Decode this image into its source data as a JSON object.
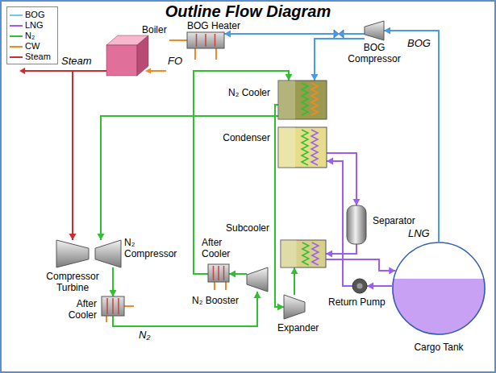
{
  "diagram": {
    "title": "Outline Flow Diagram",
    "nodes": [
      {
        "text": [
          "BOG Heater"
        ]
      },
      {
        "text": [
          "BOG Compressor"
        ]
      },
      {
        "text": [
          "Boiler"
        ]
      },
      {
        "text": [
          "N₂ Cooler"
        ]
      },
      {
        "text": [
          "Condenser"
        ]
      },
      {
        "text": [
          "Separator"
        ]
      },
      {
        "text": [
          "Subcooler"
        ]
      },
      {
        "text": [
          "Compressor Turbine"
        ]
      },
      {
        "text": [
          "N₂ Compressor"
        ]
      },
      {
        "text": [
          "After Cooler"
        ]
      },
      {
        "text": [
          "Return Pump"
        ]
      },
      {
        "text": [
          "N₂ Booster"
        ]
      },
      {
        "text": [
          "Expander"
        ]
      },
      {
        "text": [
          "After Cooler"
        ]
      },
      {
        "text": [
          "Cargo Tank"
        ]
      }
    ],
    "edges": [
      {
        "from": 14,
        "to": 1,
        "arrow": "to"
      },
      {
        "from": 1,
        "to": 0,
        "arrow": "to"
      },
      {
        "from": 1,
        "to": 3,
        "arrow": "to"
      },
      {
        "from": 4,
        "to": 5,
        "arrow": "to"
      },
      {
        "from": 5,
        "to": 6,
        "arrow": "to"
      },
      {
        "from": 6,
        "to": 14,
        "arrow": "to"
      },
      {
        "from": 14,
        "to": 10,
        "arrow": "to"
      },
      {
        "from": 10,
        "to": 4,
        "arrow": "to"
      },
      {
        "from": 2,
        "to": 7,
        "arrow": "to"
      },
      {
        "from": 8,
        "to": 13,
        "arrow": "to"
      },
      {
        "from": 13,
        "to": 11,
        "arrow": "to"
      },
      {
        "from": 11,
        "to": 9,
        "arrow": "to"
      },
      {
        "from": 9,
        "to": 3,
        "arrow": "to"
      },
      {
        "from": 3,
        "to": 8,
        "arrow": "to"
      },
      {
        "from": 3,
        "to": 12,
        "arrow": "to"
      },
      {
        "from": 12,
        "to": 6,
        "arrow": "to"
      }
    ],
    "labels": [
      "BOG",
      "Steam",
      "FO",
      "LNG",
      "N₂"
    ],
    "legend": [
      {
        "text": "BOG"
      },
      {
        "text": "LNG"
      },
      {
        "text": "N₂"
      },
      {
        "text": "CW"
      },
      {
        "text": "Steam"
      }
    ]
  }
}
